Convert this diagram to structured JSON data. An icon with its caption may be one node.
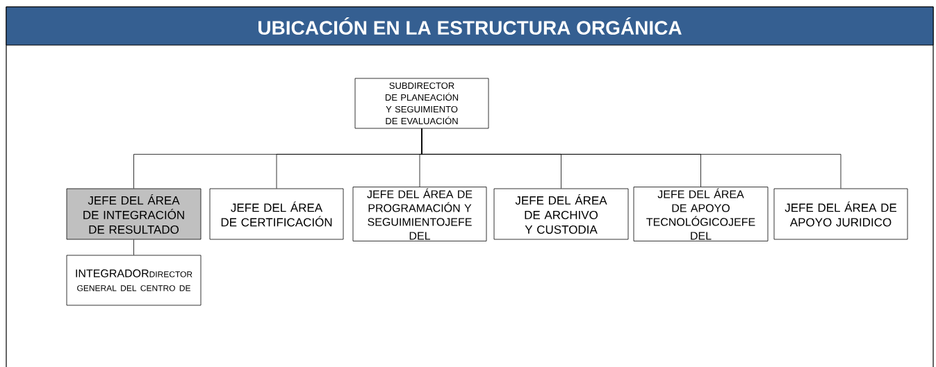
{
  "diagram": {
    "title": "UBICACIÓN EN LA ESTRUCTURA ORGÁNICA",
    "nodes": [
      {
        "text": [
          "SUBDIRECTOR DE PLANEACIÓN Y SEGUIMIENTO DE EVALUACIÓN"
        ]
      },
      {
        "text": [
          "JEFE DEL ÁREA DE INTEGRACIÓN DE RESULTADO"
        ]
      },
      {
        "text": [
          "JEFE DEL ÁREA DE CERTIFICACIÓN"
        ]
      },
      {
        "text": [
          "JEFE DEL ÁREA DE PROGRAMACIÓN Y SEGUIMIENTOJEFE DEL"
        ]
      },
      {
        "text": [
          "JEFE DEL ÁREA DE ARCHIVO Y CUSTODIA"
        ]
      },
      {
        "text": [
          "JEFE DEL ÁREA DE APOYO TECNOLÓGICOJEFE DEL"
        ]
      },
      {
        "text": [
          "JEFE DEL ÁREA DE APOYO JURIDICO"
        ]
      },
      {
        "text": [
          "INTEGRADOR",
          "DIRECTOR GENERAL DEL CENTRO DE"
        ]
      }
    ],
    "edges": [
      {
        "from": 0,
        "to": 1,
        "arrow": "none"
      },
      {
        "from": 0,
        "to": 2,
        "arrow": "none"
      },
      {
        "from": 0,
        "to": 3,
        "arrow": "none"
      },
      {
        "from": 0,
        "to": 4,
        "arrow": "none"
      },
      {
        "from": 0,
        "to": 5,
        "arrow": "none"
      },
      {
        "from": 0,
        "to": 6,
        "arrow": "none"
      },
      {
        "from": 1,
        "to": 7,
        "arrow": "none"
      }
    ]
  }
}
